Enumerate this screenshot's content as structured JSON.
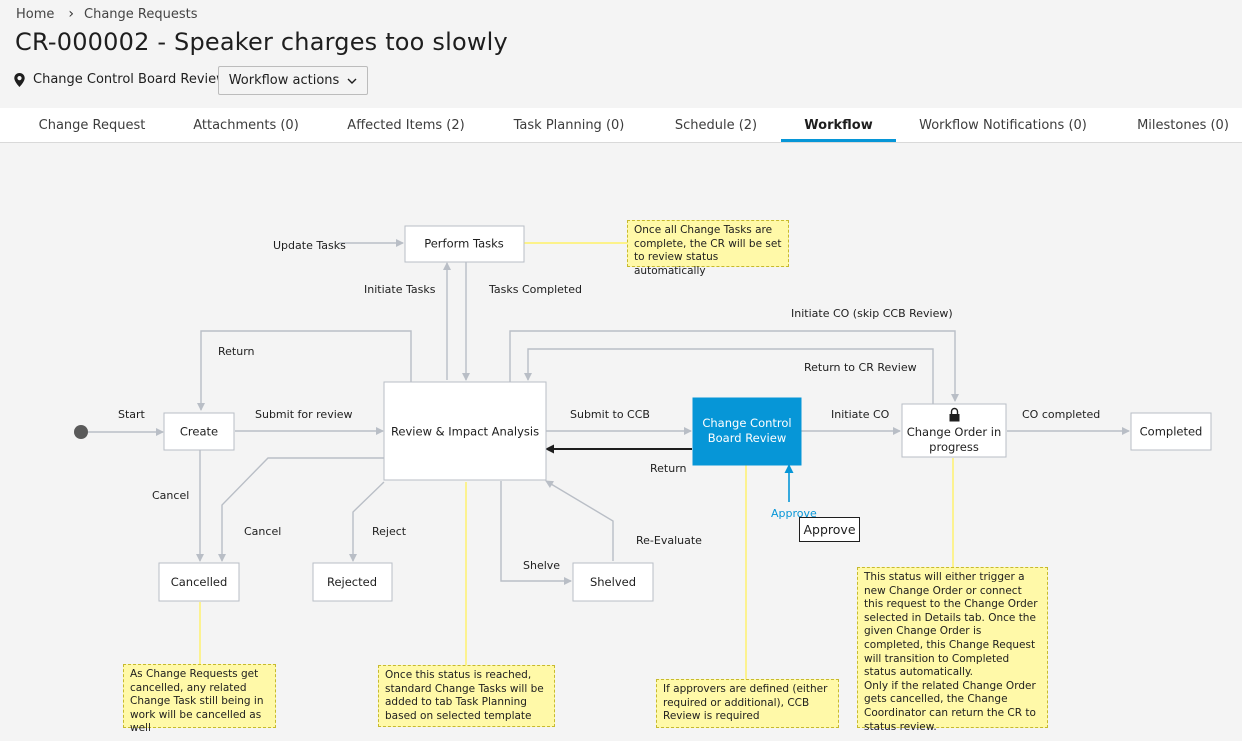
{
  "breadcrumb": {
    "home": "Home",
    "current": "Change Requests"
  },
  "page_title": "CR-000002 - Speaker charges too slowly",
  "status": {
    "icon": "map-pin-icon",
    "label": "Change Control Board Review"
  },
  "workflow_actions": {
    "label": "Workflow actions",
    "icon": "chevron-down-icon"
  },
  "tabs": [
    {
      "label": "Change Request"
    },
    {
      "label": "Attachments (0)"
    },
    {
      "label": "Affected Items (2)"
    },
    {
      "label": "Task Planning (0)"
    },
    {
      "label": "Schedule (2)"
    },
    {
      "label": "Workflow",
      "active": true
    },
    {
      "label": "Workflow Notifications (0)"
    },
    {
      "label": "Milestones (0)"
    }
  ],
  "workflow": {
    "states": {
      "create": "Create",
      "review": "Review & Impact Analysis",
      "perform": "Perform Tasks",
      "ccb_line1": "Change Control",
      "ccb_line2": "Board Review",
      "co_line1": "Change Order in",
      "co_line2": "progress",
      "completed": "Completed",
      "cancelled": "Cancelled",
      "rejected": "Rejected",
      "shelved": "Shelved"
    },
    "transitions": {
      "start": "Start",
      "submit_review": "Submit for review",
      "return_create": "Return",
      "update_tasks": "Update Tasks",
      "initiate_tasks": "Initiate Tasks",
      "tasks_completed": "Tasks Completed",
      "submit_ccb": "Submit to CCB",
      "return_ccb": "Return",
      "initiate_co": "Initiate CO",
      "co_completed": "CO completed",
      "initiate_co_skip": "Initiate CO (skip CCB Review)",
      "return_cr_review": "Return to CR Review",
      "cancel_create": "Cancel",
      "cancel_review": "Cancel",
      "reject": "Reject",
      "shelve": "Shelve",
      "re_evaluate": "Re-Evaluate",
      "approve": "Approve"
    },
    "tooltip": "Approve",
    "notes": {
      "perform": "Once all Change Tasks are complete, the CR will be set to review status automatically",
      "cancelled": "As Change Requests get cancelled, any related Change Task still being in work will be cancelled as well",
      "review": "Once this status is reached, standard Change Tasks will be added to tab Task Planning based on selected template",
      "ccb": "If approvers are defined (either required or additional), CCB Review is required",
      "co_1": "This status will either trigger a new Change Order or connect this request to the Change Order selected in Details tab. Once the given Change Order is completed, this Change Request will transition to Completed status automatically.",
      "co_2": "Only if the related Change Order gets cancelled, the Change Coordinator can return the CR to status review."
    },
    "colors": {
      "active_state": "#0696d7",
      "note_bg": "#fff9a8",
      "connector": "#b9bec6"
    },
    "lock_icon": "lock-icon"
  }
}
